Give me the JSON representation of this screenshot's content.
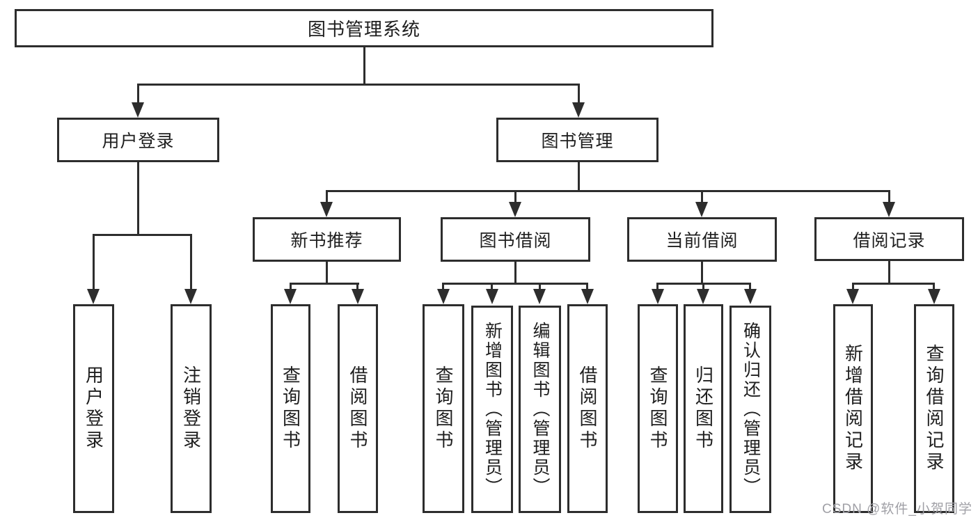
{
  "root": {
    "label": "图书管理系统"
  },
  "tree": [
    {
      "label": "用户登录",
      "children": [
        {
          "label": "用户登录"
        },
        {
          "label": "注销登录"
        }
      ]
    },
    {
      "label": "图书管理",
      "children": [
        {
          "label": "新书推荐",
          "children": [
            {
              "label": "查询图书"
            },
            {
              "label": "借阅图书"
            }
          ]
        },
        {
          "label": "图书借阅",
          "children": [
            {
              "label": "查询图书"
            },
            {
              "label": "新增图书（管理员）"
            },
            {
              "label": "编辑图书（管理员）"
            },
            {
              "label": "借阅图书"
            }
          ]
        },
        {
          "label": "当前借阅",
          "children": [
            {
              "label": "查询图书"
            },
            {
              "label": "归还图书"
            },
            {
              "label": "确认归还（管理员）"
            }
          ]
        },
        {
          "label": "借阅记录",
          "children": [
            {
              "label": "新增借阅记录"
            },
            {
              "label": "查询借阅记录"
            }
          ]
        }
      ]
    }
  ],
  "watermark": "CSDN @软件_小贺同学",
  "colors": {
    "line": "#2d2d2d",
    "text": "#1e1e1e",
    "watermark_text": "#a0a0a6",
    "background": "#ffffff"
  }
}
